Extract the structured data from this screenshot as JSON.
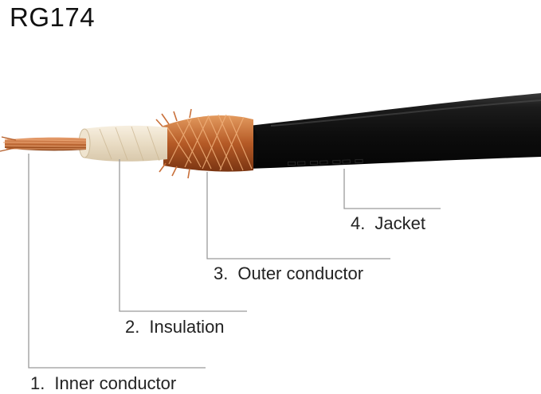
{
  "title": "RG174",
  "labels": [
    {
      "number": "1.",
      "text": "Inner conductor"
    },
    {
      "number": "2.",
      "text": "Insulation"
    },
    {
      "number": "3.",
      "text": "Outer conductor"
    },
    {
      "number": "4.",
      "text": "Jacket"
    }
  ],
  "colors": {
    "jacket": "#141414",
    "copper": "#c9703a",
    "insulation": "#f1e6d0",
    "leader_line": "#9a9a9a",
    "text": "#222222"
  }
}
